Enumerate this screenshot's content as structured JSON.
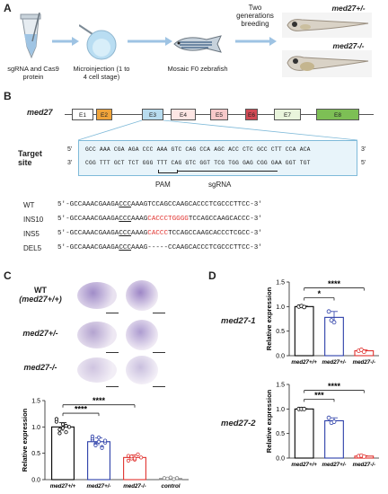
{
  "panelA": {
    "label": "A",
    "step1": "sgRNA and Cas9 protein",
    "step2": "Microinjection (1 to 4 cell stage)",
    "step3": "Mosaic F0 zebrafish",
    "step4": "Two generations breeding",
    "het": "med27+/-",
    "ko": "med27-/-"
  },
  "panelB": {
    "label": "B",
    "gene": "med27",
    "exons": [
      "E1",
      "E2",
      "E3",
      "E4",
      "E5",
      "E6",
      "E7",
      "E8"
    ],
    "target_label": "Target site",
    "strand5": "5'",
    "strand3": "3'",
    "top_seq": "GCC AAA CGA AGA CCC AAA GTC CAG CCA AGC ACC CTC GCC CTT CCA ACA",
    "bot_seq": "CGG TTT GCT TCT GGG TTT CAG GTC GGT TCG TGG GAG CGG GAA GGT TGT",
    "pam": "PAM",
    "sgrna": "sgRNA",
    "alleles": [
      {
        "name": "WT",
        "pre": "5'-GCCAAACGAAGA",
        "pam": "CCC",
        "mid": "AAAGTCCAGCCAAGCACCCTCGCCCTTCC",
        "ins": "",
        "post": "-3'"
      },
      {
        "name": "INS10",
        "pre": "5'-GCCAAACGAAGA",
        "pam": "CCC",
        "mid": "AAAG",
        "ins": "CACCCTGGGG",
        "post": "TCCAGCCAAGCACCC-3'"
      },
      {
        "name": "INS5",
        "pre": "5'-GCCAAACGAAGA",
        "pam": "CCC",
        "mid": "AAAG",
        "ins": "CACCC",
        "post": "TCCAGCCAAGCACCCTCGCC-3'"
      },
      {
        "name": "DEL5",
        "pre": "5'-GCCAAACGAAGA",
        "pam": "CCC",
        "mid": "AAAG-----",
        "ins": "",
        "post": "CCAAGCACCCTCGCCCTTCC-3'"
      }
    ]
  },
  "panelC": {
    "label": "C",
    "geno1": "WT",
    "geno1b": "(med27+/+)",
    "geno2": "med27+/-",
    "geno3": "med27-/-",
    "ylabel": "Relative expression",
    "xlabels": [
      "med27+/+",
      "med27+/-",
      "med27-/-",
      "control"
    ],
    "sig": [
      "****",
      "****"
    ]
  },
  "panelD": {
    "label": "D",
    "gene1": "med27-1",
    "gene2": "med27-2",
    "ylabel": "Relative expression",
    "xlabels": [
      "med27+/+",
      "med27+/-",
      "med27-/-"
    ],
    "sig1": [
      "*",
      "****"
    ],
    "sig2": [
      "***",
      "****"
    ]
  },
  "chart_data": [
    {
      "type": "bar",
      "panel": "C",
      "categories": [
        "med27+/+",
        "med27+/-",
        "med27-/-",
        "control"
      ],
      "values": [
        1.0,
        0.72,
        0.42,
        0.02
      ],
      "ylabel": "Relative expression",
      "ylim": [
        0,
        1.5
      ],
      "yticks": [
        0.0,
        0.5,
        1.0,
        1.5
      ],
      "colors": [
        "#000000",
        "#2b3ea8",
        "#e0322f",
        "#888888"
      ]
    },
    {
      "type": "bar",
      "panel": "D",
      "title": "med27-1",
      "categories": [
        "med27+/+",
        "med27+/-",
        "med27-/-"
      ],
      "values": [
        1.0,
        0.78,
        0.1
      ],
      "ylabel": "Relative expression",
      "ylim": [
        0,
        1.5
      ],
      "yticks": [
        0.0,
        0.5,
        1.0,
        1.5
      ],
      "colors": [
        "#000000",
        "#2b3ea8",
        "#e0322f"
      ]
    },
    {
      "type": "bar",
      "panel": "D",
      "title": "med27-2",
      "categories": [
        "med27+/+",
        "med27+/-",
        "med27-/-"
      ],
      "values": [
        1.0,
        0.76,
        0.04
      ],
      "ylabel": "Relative expression",
      "ylim": [
        0,
        1.5
      ],
      "yticks": [
        0.0,
        0.5,
        1.0,
        1.5
      ],
      "colors": [
        "#000000",
        "#2b3ea8",
        "#e0322f"
      ]
    }
  ]
}
